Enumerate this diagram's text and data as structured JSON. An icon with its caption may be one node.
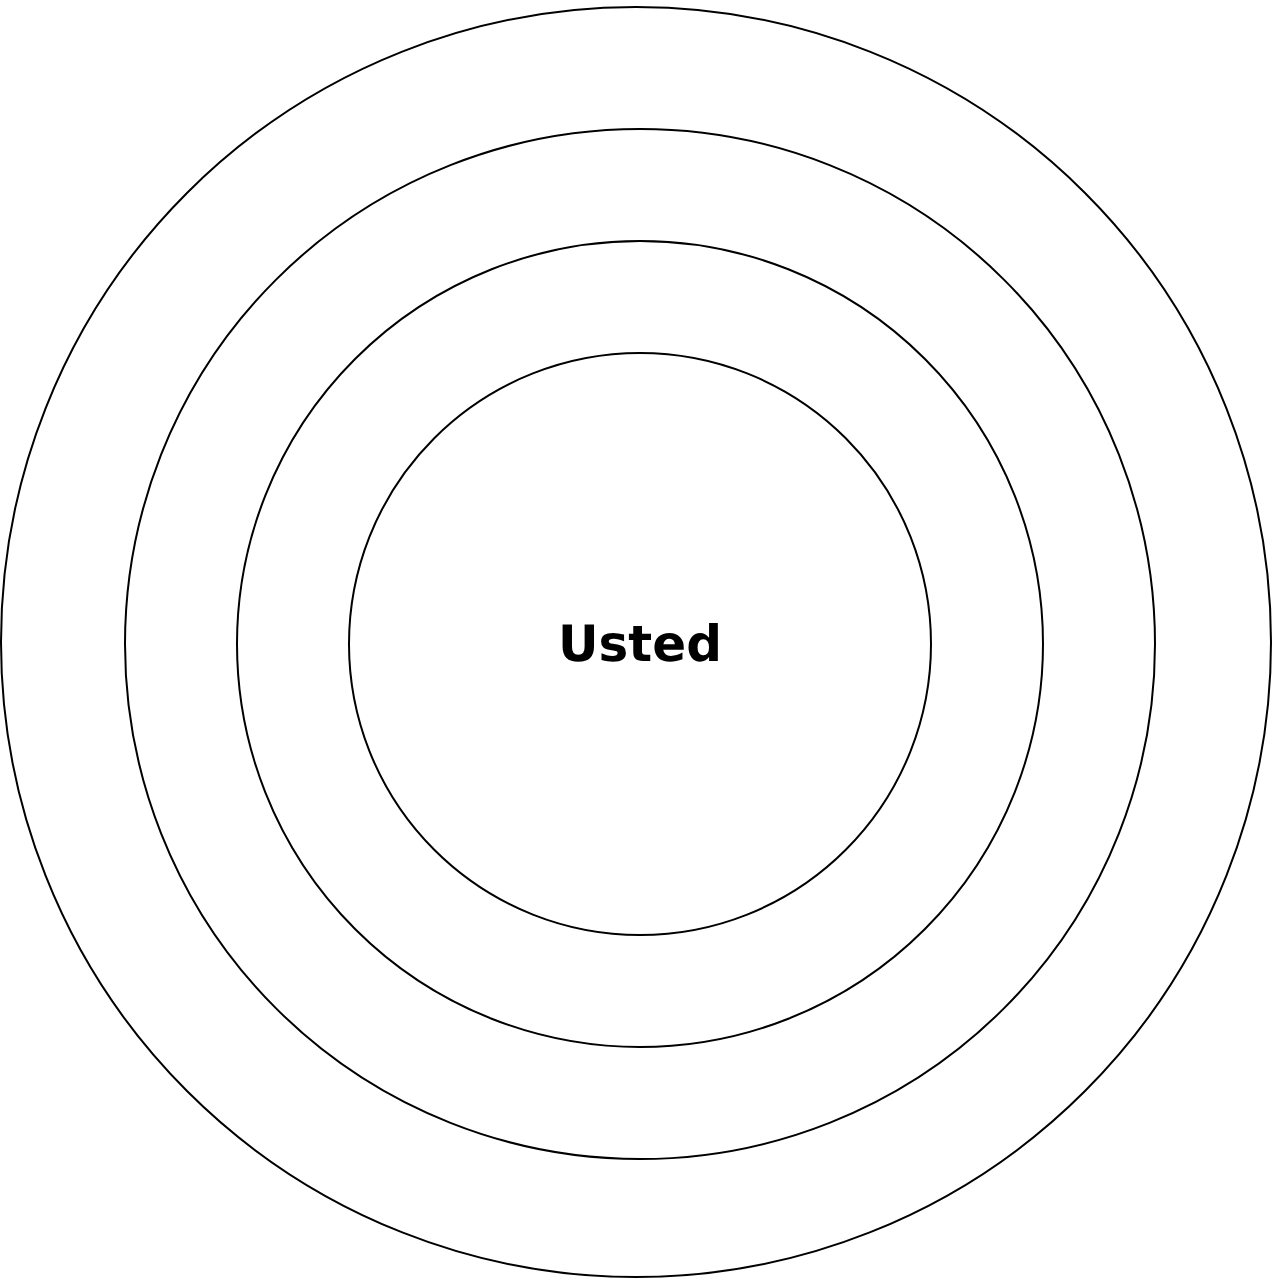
{
  "diagram": {
    "nodes": [
      {
        "text": [],
        "shape": "circle"
      },
      {
        "text": [],
        "shape": "circle",
        "in": 0
      },
      {
        "text": [],
        "shape": "circle",
        "in": 1
      },
      {
        "text": [
          "Usted"
        ],
        "in": 2
      }
    ]
  }
}
